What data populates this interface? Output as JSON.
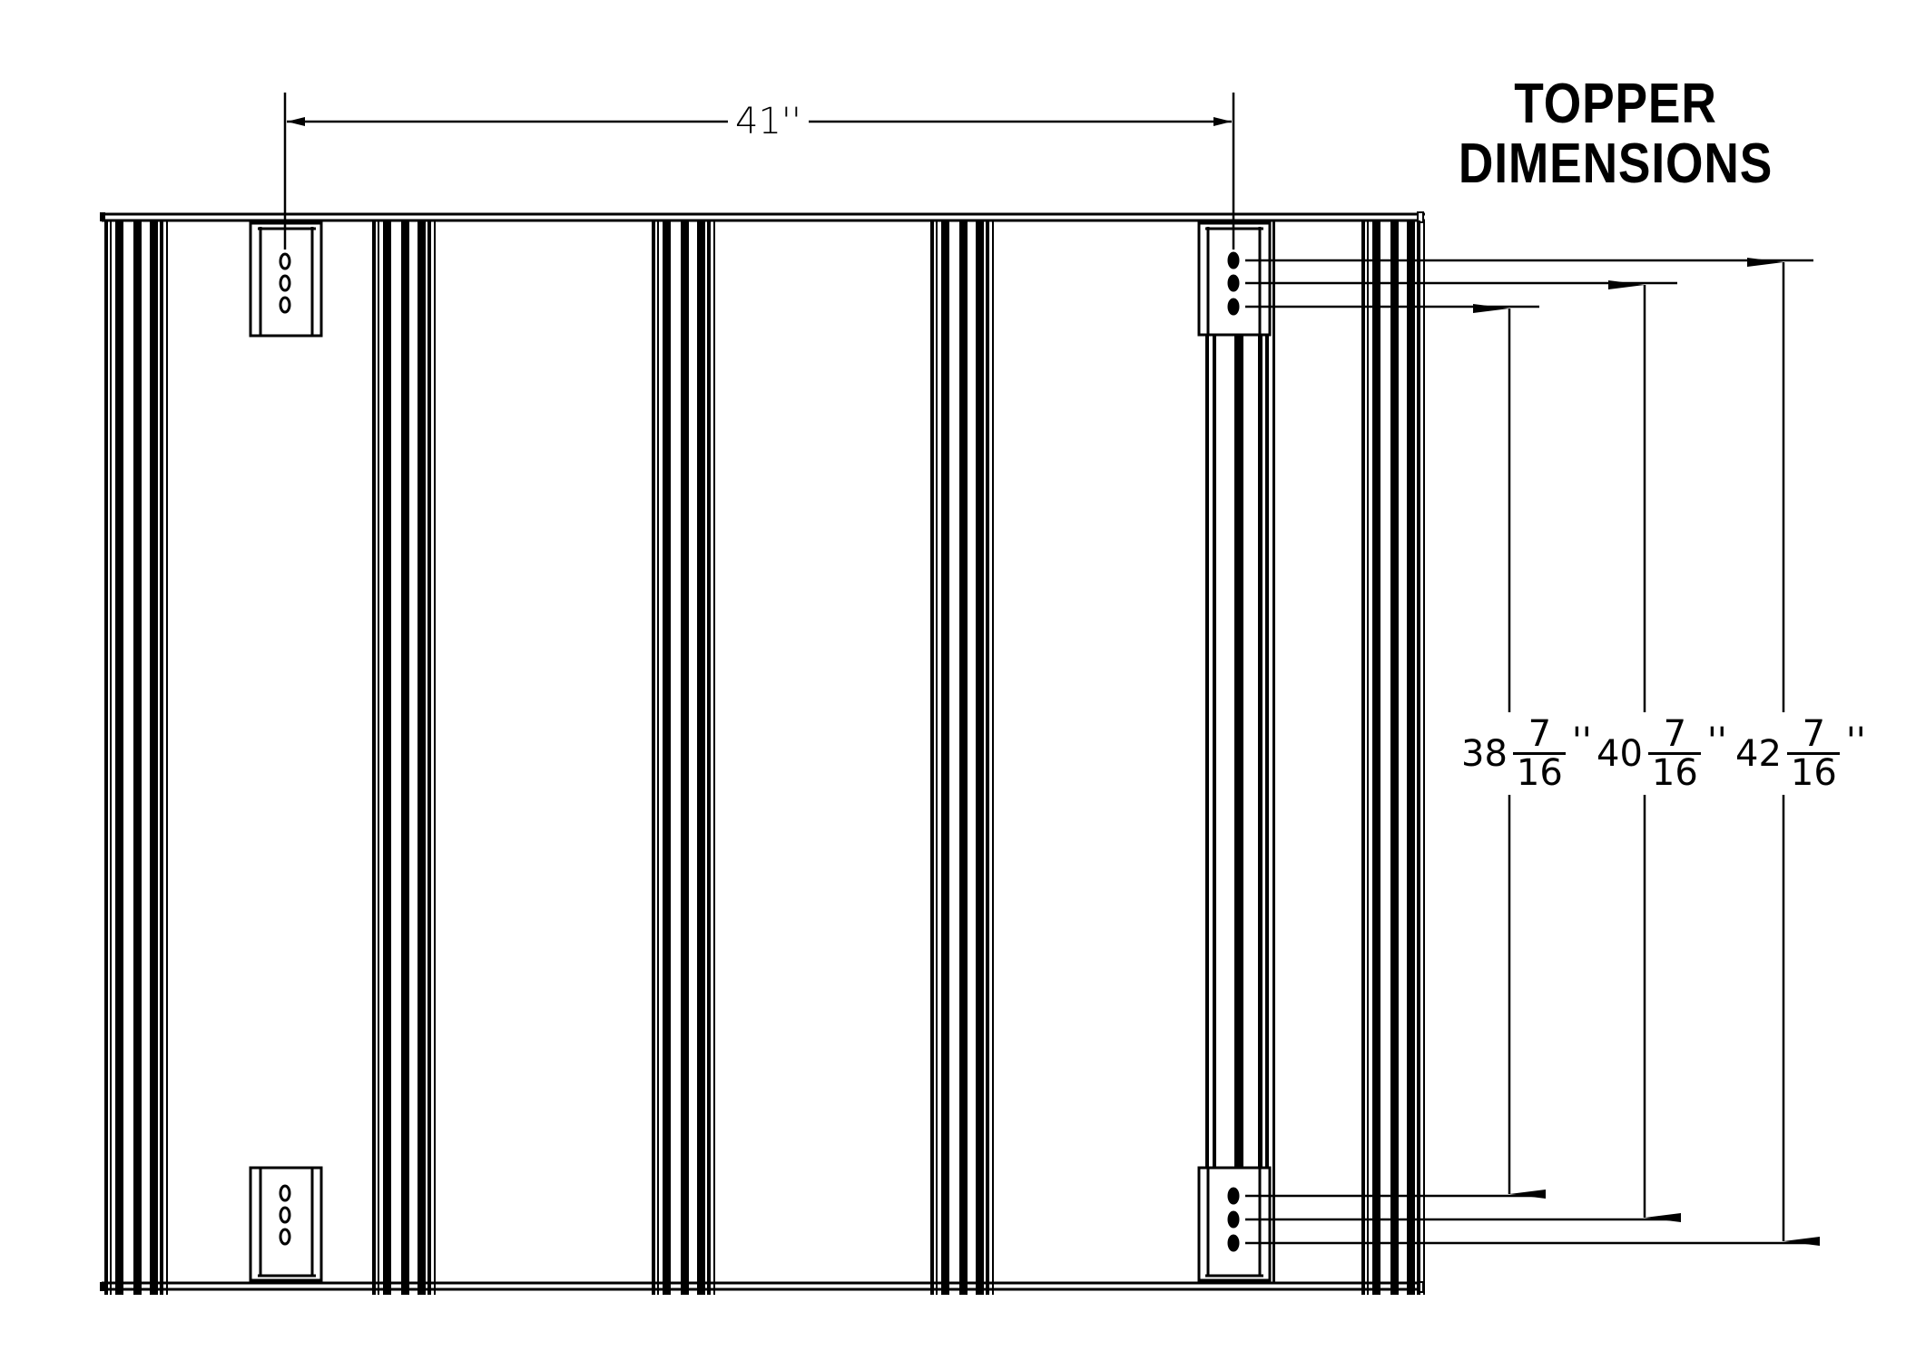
{
  "title": {
    "line1": "TOPPER",
    "line2": "DIMENSIONS"
  },
  "dimensions": {
    "horizontal": {
      "label": "41''",
      "value_in": 41,
      "description": "mounting bracket hole center spacing (left to right)"
    },
    "vertical": [
      {
        "whole": "38",
        "numerator": "7",
        "denominator": "16",
        "unit": "''",
        "value_in": 38.4375,
        "reference": "inner (lowest/top-most inner) holes"
      },
      {
        "whole": "40",
        "numerator": "7",
        "denominator": "16",
        "unit": "''",
        "value_in": 40.4375,
        "reference": "middle holes"
      },
      {
        "whole": "42",
        "numerator": "7",
        "denominator": "16",
        "unit": "''",
        "value_in": 42.4375,
        "reference": "outer holes"
      }
    ]
  },
  "components": {
    "mounting_brackets": [
      {
        "position": "top-left",
        "holes": 3,
        "hole_style": "open"
      },
      {
        "position": "bottom-left",
        "holes": 3,
        "hole_style": "open"
      },
      {
        "position": "top-right",
        "holes": 3,
        "hole_style": "filled"
      },
      {
        "position": "bottom-right",
        "holes": 3,
        "hole_style": "filled"
      }
    ],
    "rail_groups": 6
  },
  "colors": {
    "line": "#000000",
    "background": "#ffffff"
  }
}
